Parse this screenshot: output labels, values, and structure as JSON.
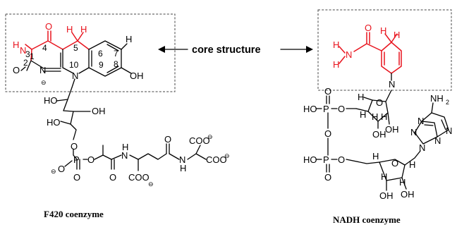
{
  "center_label": "core structure",
  "captions": {
    "left": "F420 coenzyme",
    "right": "NADH coenzyme"
  },
  "colors": {
    "core_highlight": "#e8141e",
    "bonds": "#000000",
    "box_border": "#444444"
  },
  "f420": {
    "atoms": {
      "h_n3": "H",
      "n3": "N",
      "o_c4": "O",
      "o_c2": "O",
      "n1": "N",
      "n1_charge": "⊖",
      "n10": "N",
      "h5a": "H",
      "h5b": "H",
      "h_c7": "H",
      "oh_c8": "OH",
      "ho_chain1": "HO",
      "oh_chain2": "OH",
      "ho_chain3": "HO",
      "o_link": "O",
      "p": "P",
      "o_p_top": "O",
      "o_p_bottom": "O",
      "o_p_left": "O",
      "o_p_left_charge": "⊖",
      "o_ester": "O",
      "o_carbonyl1": "O",
      "nh1": "N",
      "h_nh1": "H",
      "o_carbonyl2": "O",
      "nh2": "N",
      "h_nh2": "H",
      "coo_top": "COO",
      "coo_top_charge": "⊖",
      "coo_right": "COO",
      "coo_right_charge": "⊖",
      "coo_bottom": "COO",
      "coo_bottom_charge": "⊖"
    },
    "ring_numbers": [
      "1",
      "2",
      "3",
      "4",
      "5",
      "6",
      "7",
      "8",
      "9",
      "10"
    ]
  },
  "nadh": {
    "atoms": {
      "h_top1": "H",
      "h_top2": "H",
      "o_amide": "O",
      "n_amide": "N",
      "h_amide1": "H",
      "h_amide2": "H",
      "n_ring": "N",
      "ho_p1": "HO",
      "p1": "P",
      "o_p1_top": "O",
      "o_p1_ester": "O",
      "o_bridge": "O",
      "ho_p2": "HO",
      "p2": "P",
      "o_p2_bottom": "O",
      "o_p2_ester": "O",
      "o_ribose1": "O",
      "h_r1a": "H",
      "h_r1b": "H",
      "h_r1c": "H",
      "h_r1d": "H",
      "oh_r1a": "OH",
      "oh_r1b": "OH",
      "nh2": "NH",
      "nh2_sub": "2",
      "n_ad1": "N",
      "n_ad2": "N",
      "n_ad3": "N",
      "n_ad4": "N",
      "n_ad9": "N",
      "o_ribose2": "O",
      "h_r2a": "H",
      "h_r2b": "H",
      "h_r2c": "H",
      "h_r2d": "H",
      "oh_r2a": "OH",
      "oh_r2b": "OH"
    }
  }
}
